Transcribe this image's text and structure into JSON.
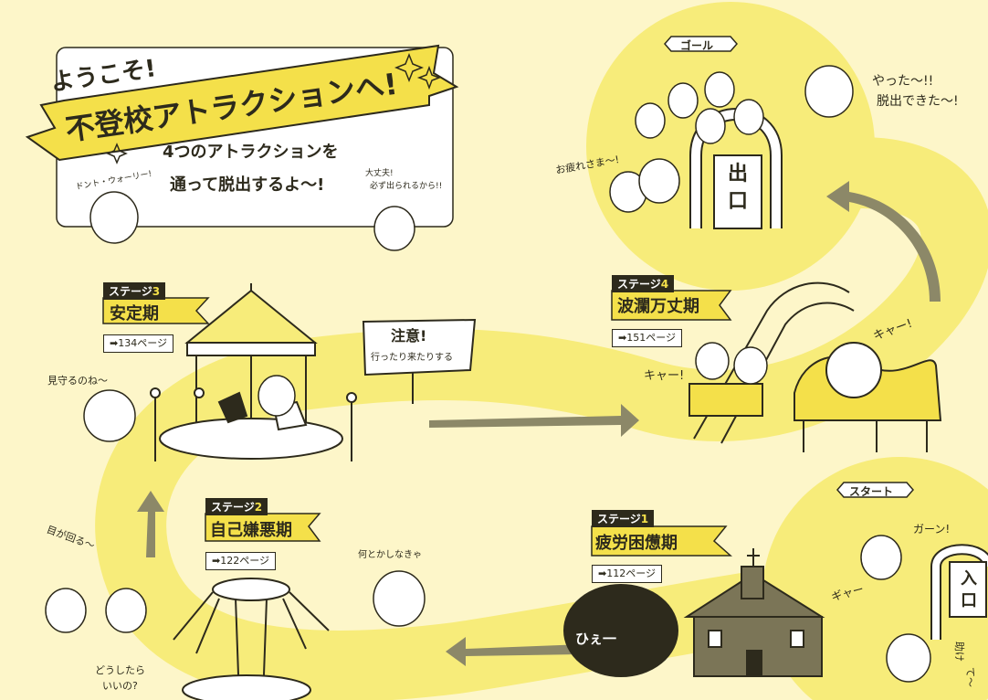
{
  "welcome": {
    "line1": "ようこそ!",
    "line2": "不登校アトラクションへ!",
    "sub1": "4つのアトラクションを",
    "sub2": "通って脱出するよ～!",
    "dog_left": "ドント・ウォーリー!",
    "dog_right1": "大丈夫!",
    "dog_right2": "必ず出られるから!!"
  },
  "signs": {
    "goal": "ゴール",
    "start": "スタート",
    "exit": "出口",
    "entrance": "入口"
  },
  "notice": {
    "title": "注意!",
    "body": "行ったり来たりする"
  },
  "stages": [
    {
      "prefix": "ステージ",
      "num": "1",
      "name": "疲労困憊期",
      "page": "➡112ページ"
    },
    {
      "prefix": "ステージ",
      "num": "2",
      "name": "自己嫌悪期",
      "page": "➡122ページ"
    },
    {
      "prefix": "ステージ",
      "num": "3",
      "name": "安定期",
      "page": "➡134ページ"
    },
    {
      "prefix": "ステージ",
      "num": "4",
      "name": "波瀾万丈期",
      "page": "➡151ページ"
    }
  ],
  "speech": {
    "goal_char1": "やった～!!",
    "goal_char2": "脱出できた～!",
    "tired": "お疲れさま～!",
    "watch": "見守るのね～",
    "kya1": "キャー!",
    "kya2": "キャー!",
    "dizzy": "目が回る～",
    "what_do": "どうしたら",
    "what_do2": "いいの?",
    "do_something": "何とかしなきゃ",
    "gaan": "ガーン!",
    "gyaa": "ギャー",
    "help1": "助け",
    "help2": "て～",
    "hie": "ひぇ一"
  },
  "colors": {
    "background": "#fdf6c9",
    "path": "#f7ec7a",
    "accent": "#f4e04a",
    "ink": "#2d2a1c",
    "arrow": "#8c8868"
  }
}
